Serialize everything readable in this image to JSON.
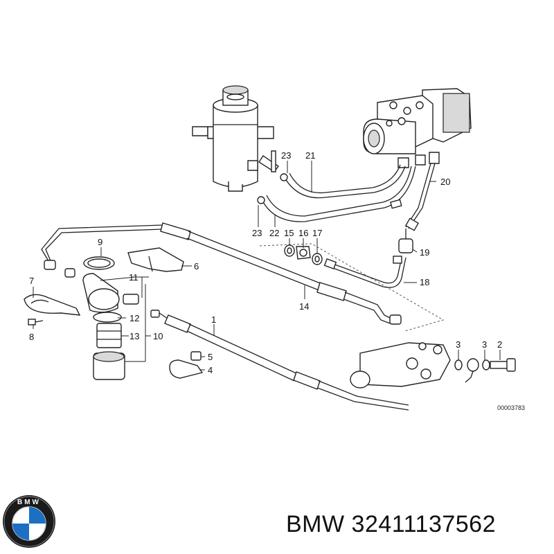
{
  "diagram": {
    "callouts": {
      "c1": "1",
      "c2": "2",
      "c3a": "3",
      "c3b": "3",
      "c4": "4",
      "c5": "5",
      "c6": "6",
      "c7": "7",
      "c8": "8",
      "c9": "9",
      "c10": "10",
      "c11": "11",
      "c12": "12",
      "c13": "13",
      "c14": "14",
      "c15": "15",
      "c16": "16",
      "c17": "17",
      "c18": "18",
      "c19": "19",
      "c20": "20",
      "c21": "21",
      "c22": "22",
      "c23a": "23",
      "c23b": "23"
    },
    "diagram_id": "00003783"
  },
  "footer": {
    "logo_letters": "BMW",
    "brand_text": "BMW 32411137562"
  }
}
